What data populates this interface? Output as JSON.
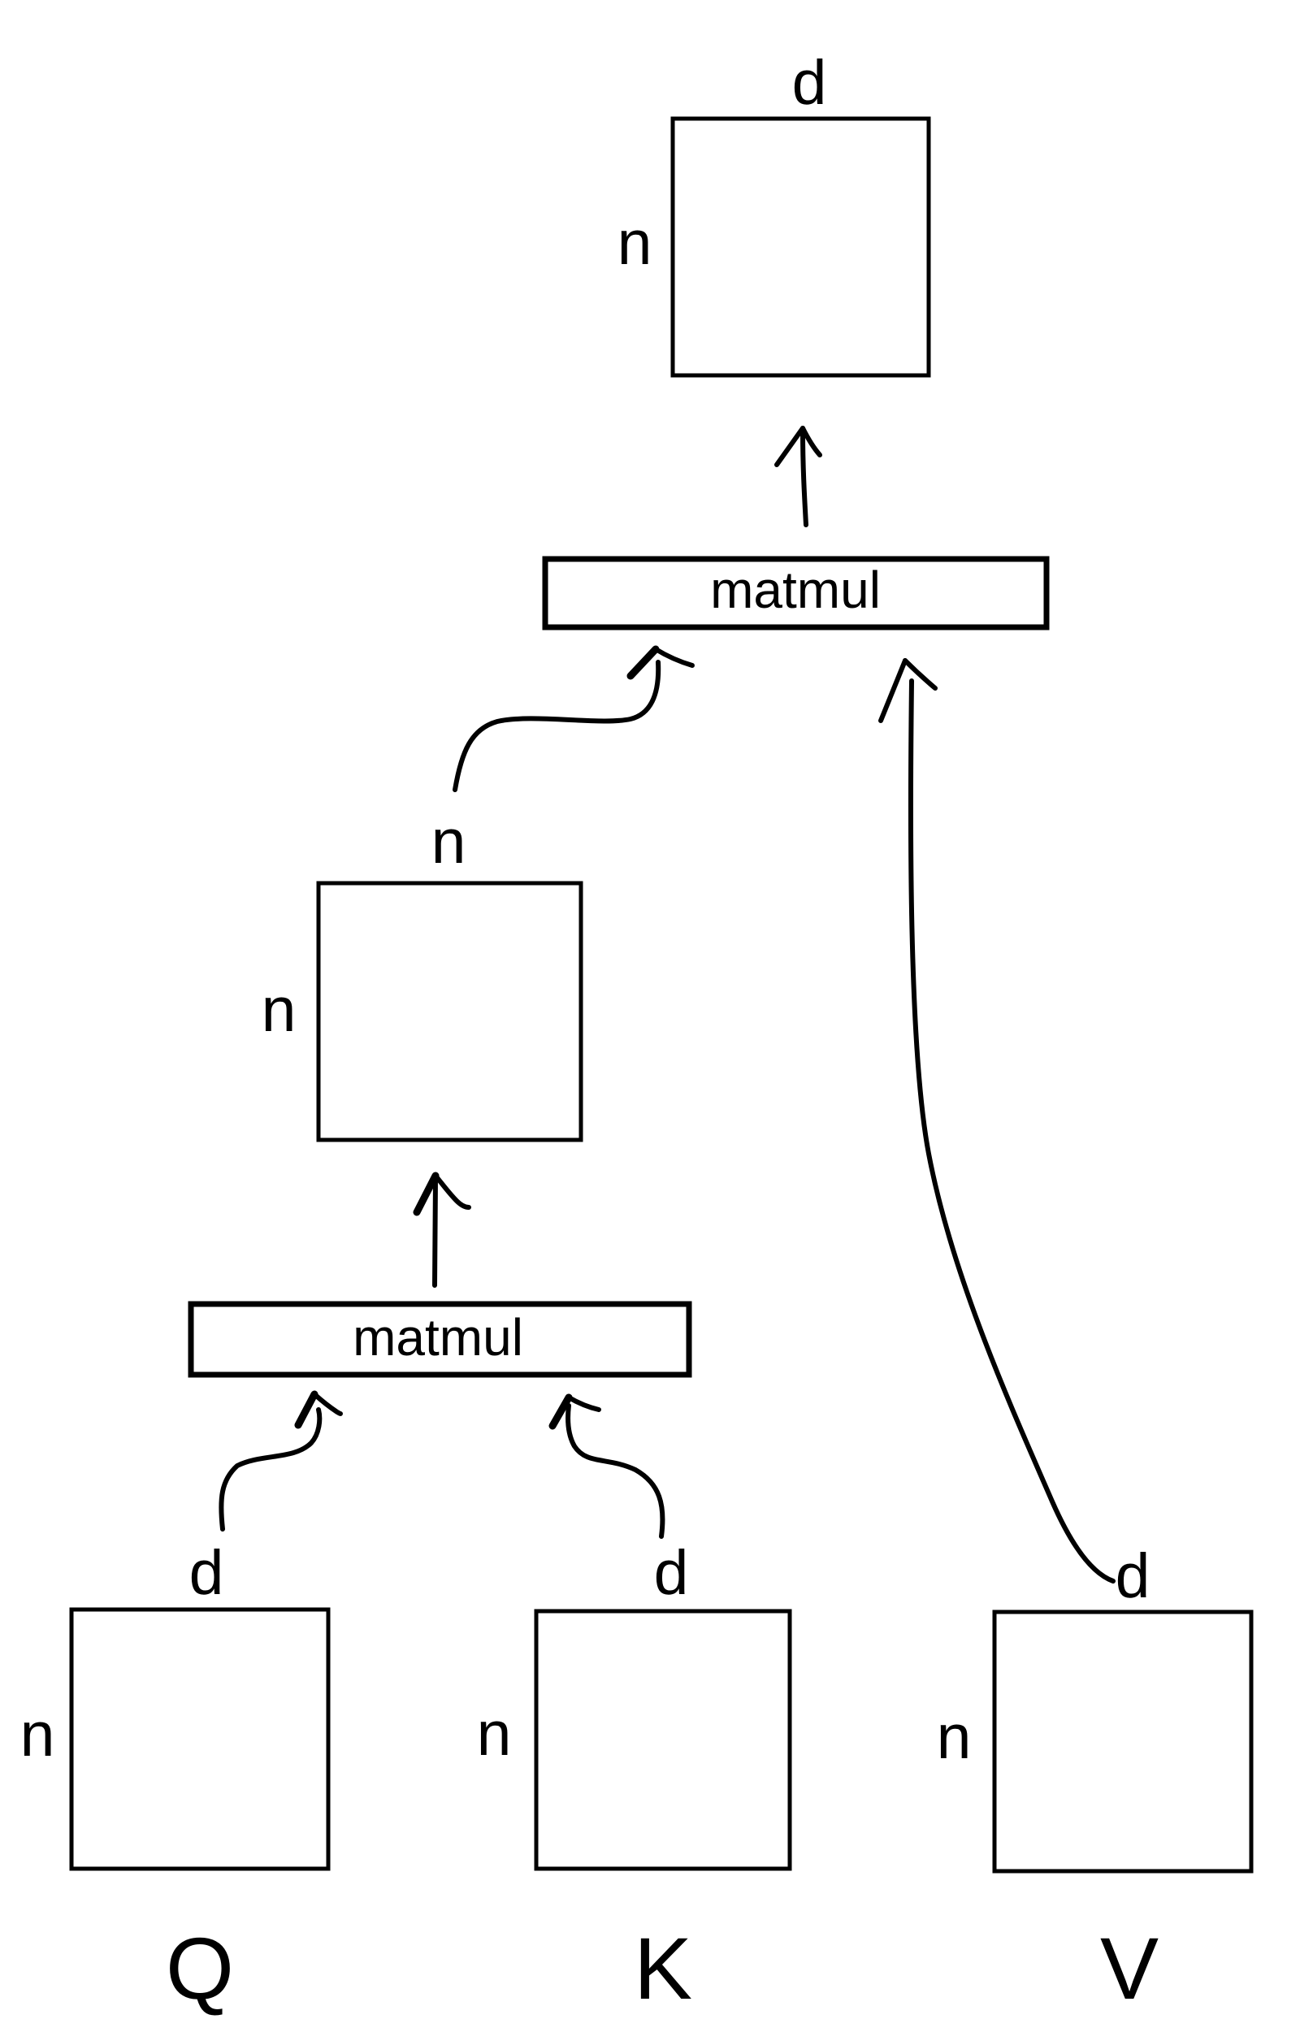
{
  "canvas": {
    "background_color": "#ffffff",
    "ink_color": "#000000"
  },
  "diagram": {
    "output_matrix": {
      "top_label": "d",
      "side_label": "n"
    },
    "attention_matrix": {
      "top_label": "n",
      "side_label": "n"
    },
    "matmul_top": {
      "label": "matmul"
    },
    "matmul_bottom": {
      "label": "matmul"
    },
    "q_matrix": {
      "top_label": "d",
      "side_label": "n",
      "name": "Q"
    },
    "k_matrix": {
      "top_label": "d",
      "side_label": "n",
      "name": "K"
    },
    "v_matrix": {
      "top_label": "d",
      "side_label": "n",
      "name": "V"
    }
  }
}
